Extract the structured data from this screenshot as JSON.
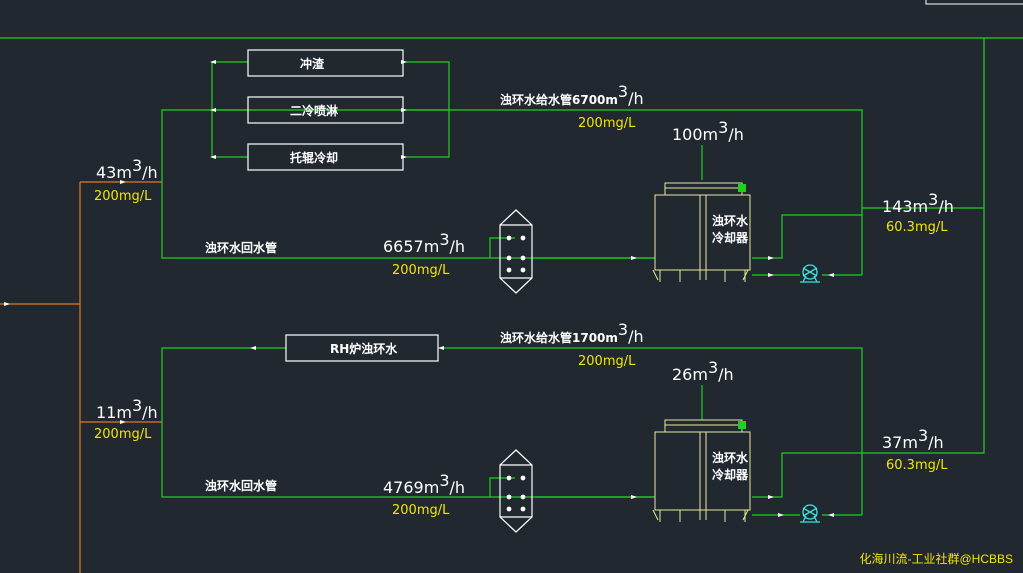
{
  "labels": {
    "equipment_top": [
      "冲渣",
      "二冷喷淋",
      "托辊冷却"
    ],
    "rh_box": "RH炉浊环水",
    "supply_pipe_top": "浊环水给水管6700m",
    "supply_pipe_bottom": "浊环水给水管1700m",
    "return_pipe_top": "浊环水回水管",
    "return_pipe_bottom": "浊环水回水管",
    "cooler": [
      "浊环水",
      "冷却器"
    ]
  },
  "flows": {
    "supply_top_unit": "/h",
    "supply_top_conc": "200mg/L",
    "supply_bottom_unit": "/h",
    "supply_bottom_conc": "200mg/L",
    "makeup_top_qty": "43m",
    "makeup_top_unit": "/h",
    "makeup_top_conc": "200mg/L",
    "makeup_bottom_qty": "11m",
    "makeup_bottom_unit": "/h",
    "makeup_bottom_conc": "200mg/L",
    "return_top_qty": "6657m",
    "return_top_unit": "/h",
    "return_top_conc": "200mg/L",
    "return_bottom_qty": "4769m",
    "return_bottom_unit": "/h",
    "return_bottom_conc": "200mg/L",
    "evap_top_qty": "100m",
    "evap_top_unit": "/h",
    "evap_bottom_qty": "26m",
    "evap_bottom_unit": "/h",
    "blowdown_top_qty": "143m",
    "blowdown_top_unit": "/h",
    "blowdown_top_conc": "60.3mg/L",
    "blowdown_bottom_qty": "37m",
    "blowdown_bottom_unit": "/h",
    "blowdown_bottom_conc": "60.3mg/L",
    "superscript": "3"
  },
  "watermark": "化海川流-工业社群@HCBBS",
  "colors": {
    "background": "#212830",
    "pipe_green": "#1fd01f",
    "makeup_orange": "#e07a1a",
    "label_yellow": "#f2e600",
    "equipment_white": "#ffffff",
    "tower_yellow": "#e8e8a0",
    "pump_cyan": "#3fe0e0"
  }
}
